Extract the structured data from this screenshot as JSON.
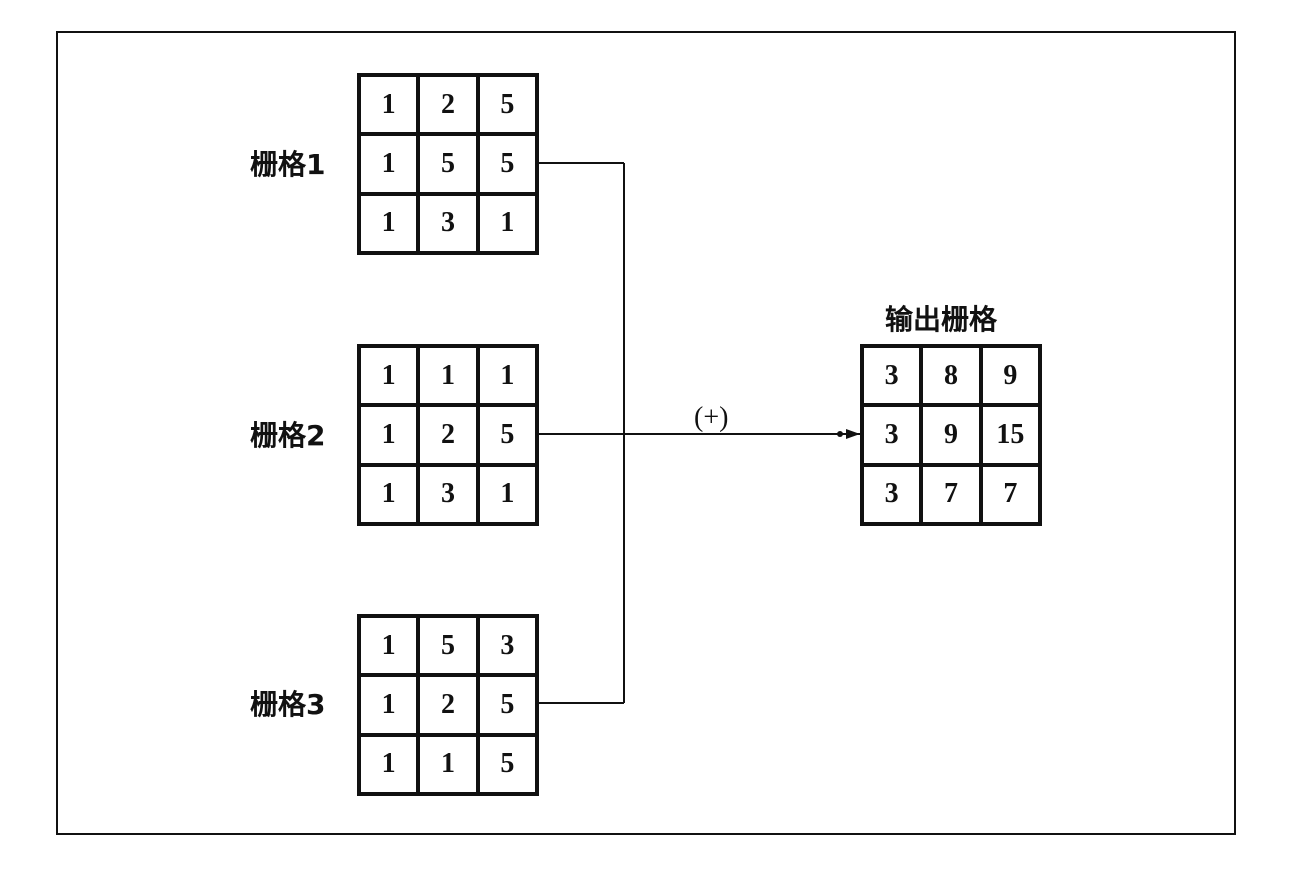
{
  "grids": [
    {
      "label": "栅格1",
      "cells": [
        "1",
        "2",
        "5",
        "1",
        "5",
        "5",
        "1",
        "3",
        "1"
      ]
    },
    {
      "label": "栅格2",
      "cells": [
        "1",
        "1",
        "1",
        "1",
        "2",
        "5",
        "1",
        "3",
        "1"
      ]
    },
    {
      "label": "栅格3",
      "cells": [
        "1",
        "5",
        "3",
        "1",
        "2",
        "5",
        "1",
        "1",
        "5"
      ]
    }
  ],
  "output": {
    "label": "输出栅格",
    "cells": [
      "3",
      "8",
      "9",
      "3",
      "9",
      "15",
      "3",
      "7",
      "7"
    ]
  },
  "operation": "(+)"
}
